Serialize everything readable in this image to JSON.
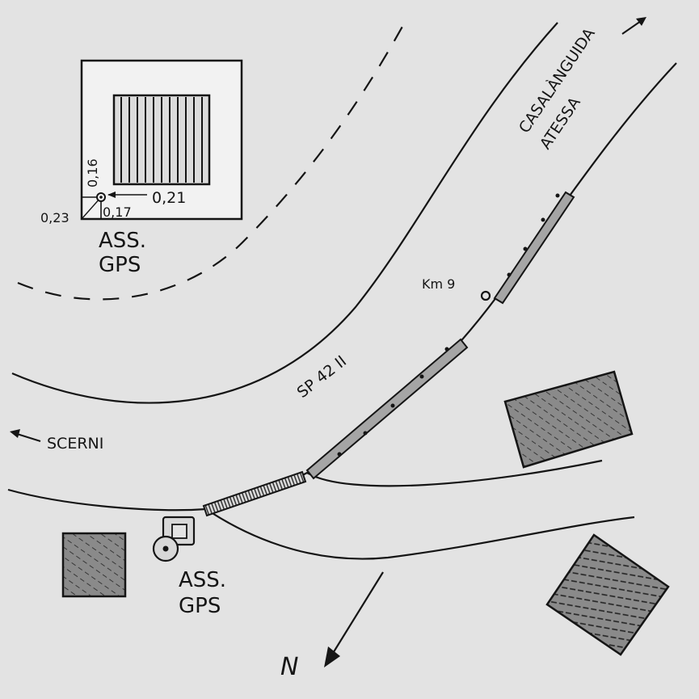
{
  "inset": {
    "measures": [
      "0,16",
      "0,21",
      "0,23",
      "0,17"
    ],
    "caption_line1": "ASS.",
    "caption_line2": "GPS"
  },
  "main": {
    "road_name": "SP 42 II",
    "km_marker": "Km 9",
    "direction_west": "SCERNI",
    "direction_east_line1": "CASALÀNGUIDA",
    "direction_east_line2": "ATESSA",
    "gps_caption_line1": "ASS.",
    "gps_caption_line2": "GPS",
    "north_label": "N"
  },
  "colors": {
    "background": "#e3e3e3",
    "ink": "#151515",
    "building_fill": "#8a8a8a",
    "guardrail_fill": "#a5a5a5",
    "inset_fill": "#f2f2f2"
  },
  "icons": [
    "north-arrow-icon",
    "gps-benchmark-icon",
    "direction-arrow-icon"
  ]
}
